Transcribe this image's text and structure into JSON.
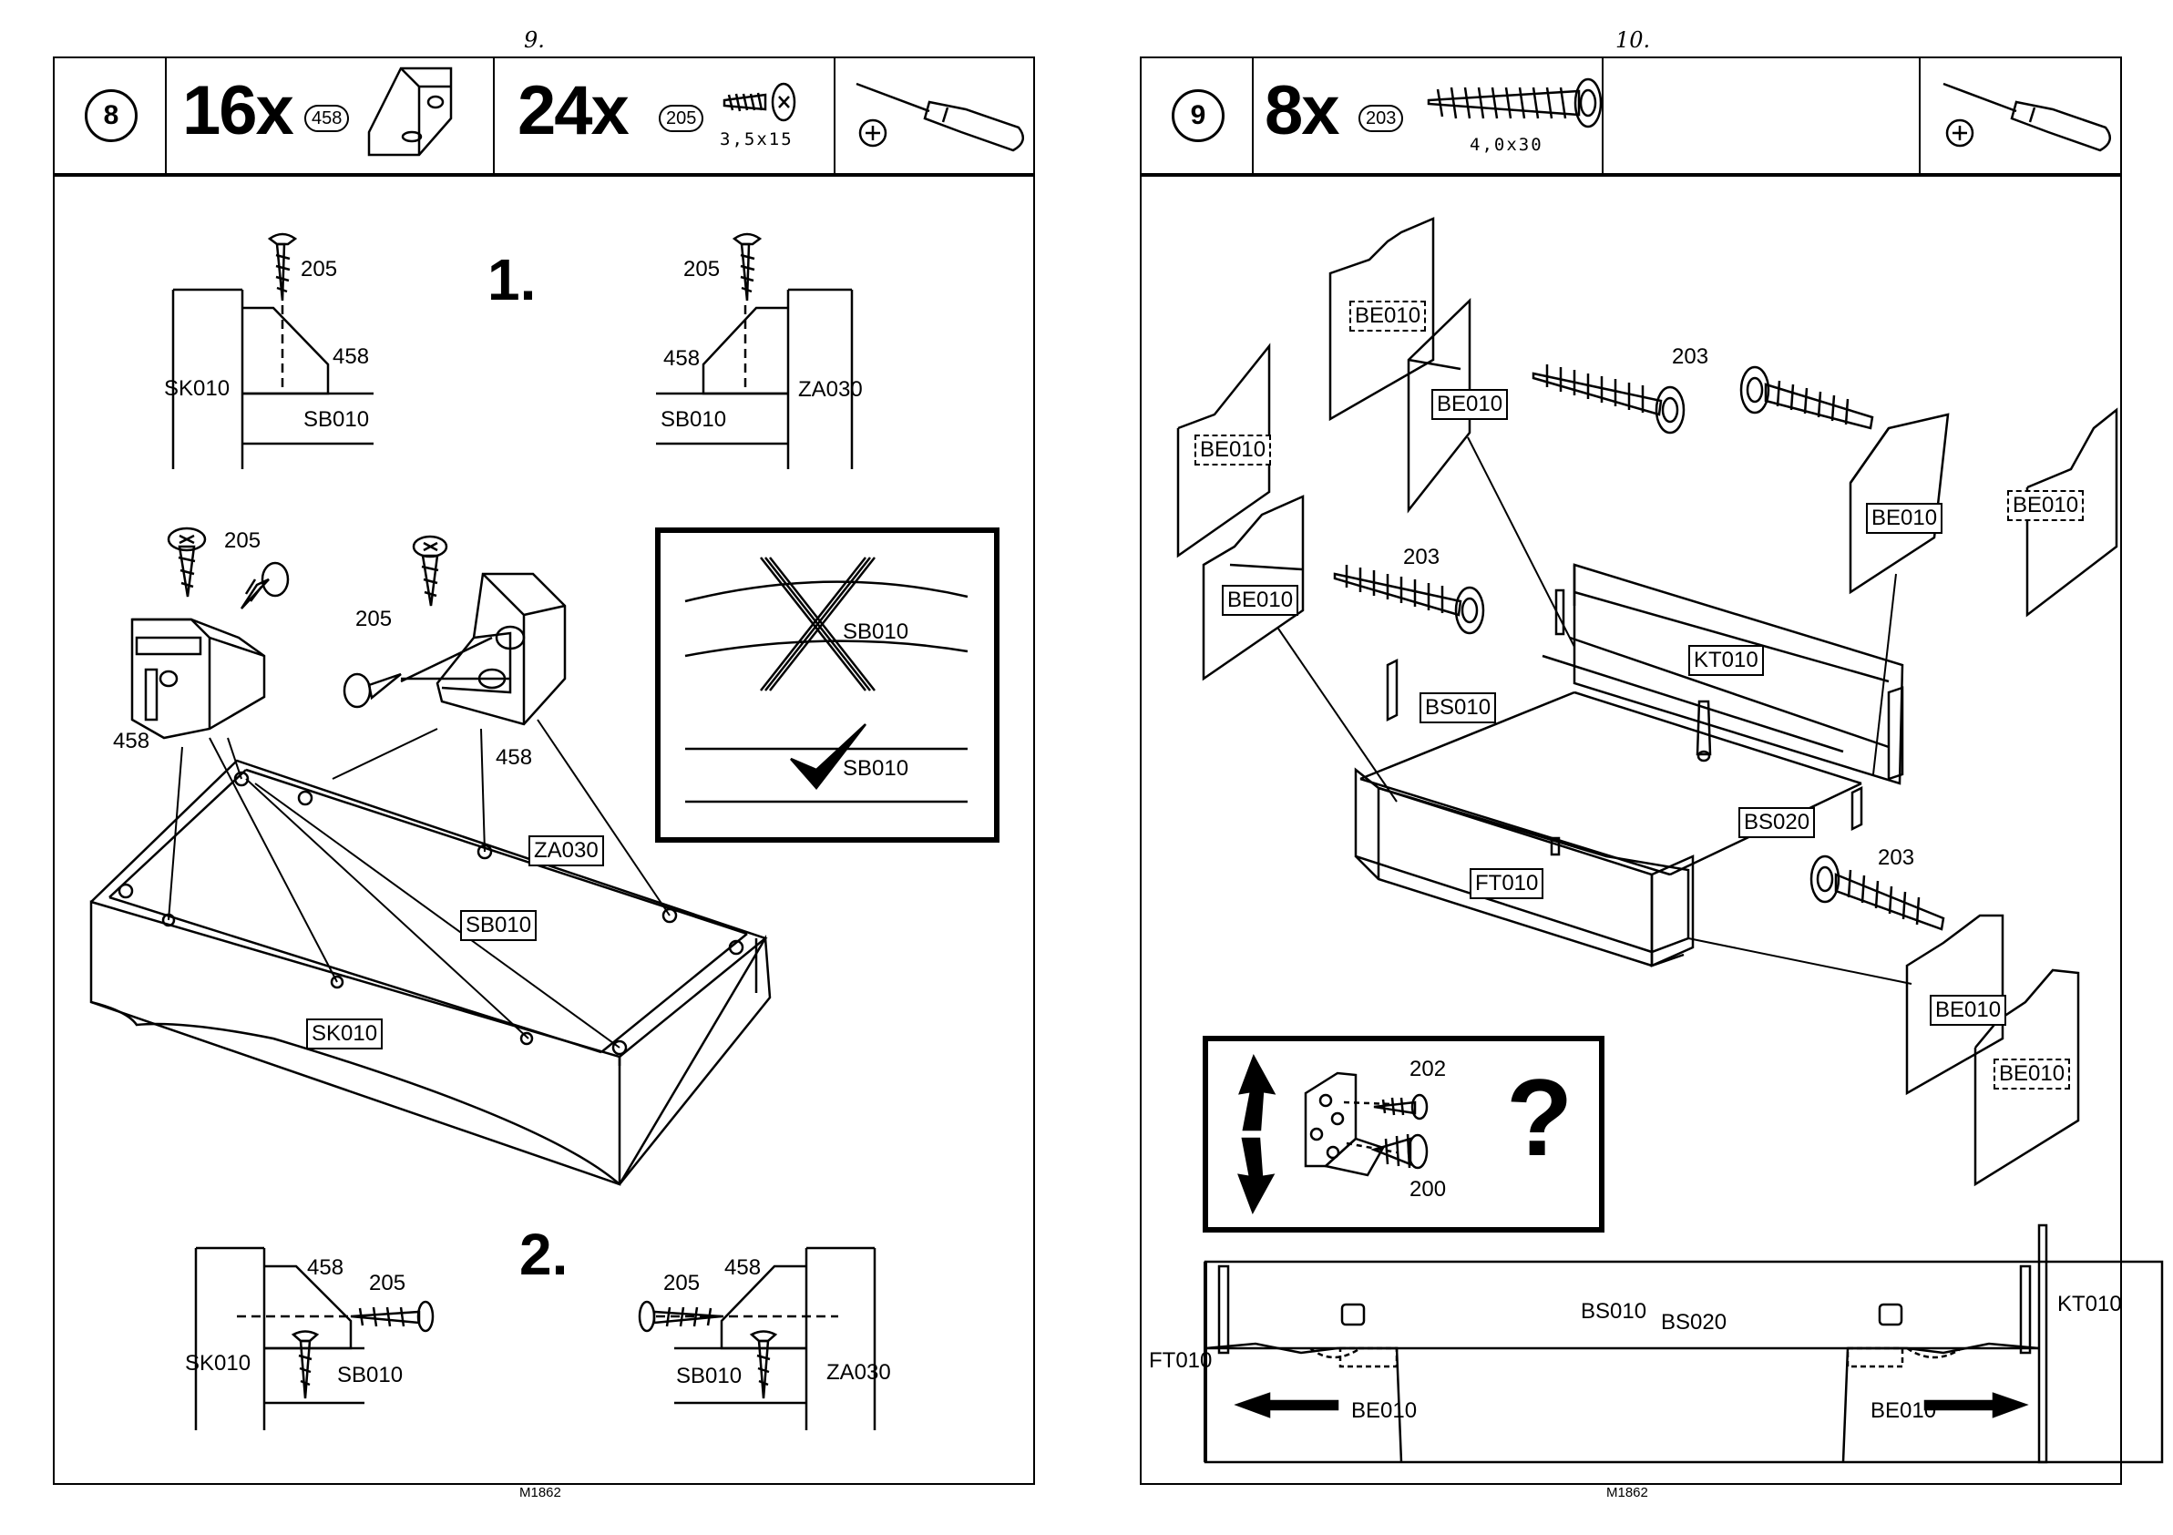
{
  "left_page": {
    "page_number": "9.",
    "step": "8",
    "parts": [
      {
        "qty": "16x",
        "code": "458",
        "dimension": ""
      },
      {
        "qty": "24x",
        "code": "205",
        "dimension": "3,5x15"
      }
    ],
    "tool": "screwdriver-icon",
    "sub1": "1.",
    "sub2": "2.",
    "labels": {
      "screw": "205",
      "bracket": "458",
      "side": "SK010",
      "bottom": "SB010",
      "rail": "ZA030"
    },
    "wrong_label": "SB010",
    "right_label": "SB010",
    "footer": "M1862"
  },
  "right_page": {
    "page_number": "10.",
    "step": "9",
    "parts": [
      {
        "qty": "8x",
        "code": "203",
        "dimension": "4,0x30"
      }
    ],
    "tool": "screwdriver-icon",
    "labels": {
      "end": "BE010",
      "screw": "203",
      "headboard": "KT010",
      "side1": "BS010",
      "side2": "BS020",
      "foot": "FT010",
      "fit_screw1": "202",
      "fit_screw2": "200",
      "question": "?"
    },
    "footer": "M1862"
  }
}
